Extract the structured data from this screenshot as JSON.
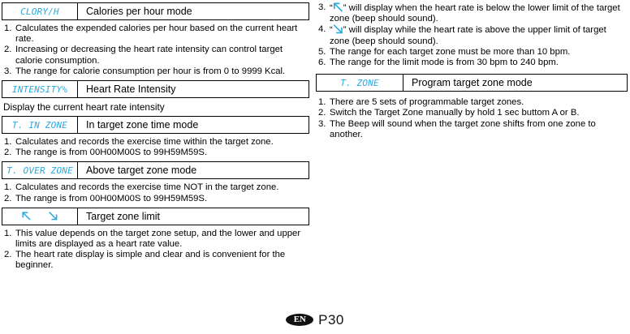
{
  "colors": {
    "lcd_cyan": "#29ABE2",
    "text_black": "#000000",
    "border_black": "#000000",
    "page_background": "#ffffff"
  },
  "left_column": {
    "sections": [
      {
        "lcd_label": "CLORY/H",
        "mode_title": "Calories per hour mode",
        "items": [
          {
            "num": "1.",
            "text": "Calculates the expended calories per hour based on the current heart rate."
          },
          {
            "num": "2.",
            "text": "Increasing or decreasing the heart rate intensity can control target calorie consumption."
          },
          {
            "num": "3.",
            "text": "The range for calorie consumption per hour is from 0 to 9999 Kcal."
          }
        ]
      },
      {
        "lcd_label": "INTENSITY%",
        "mode_title": "Heart Rate Intensity",
        "plain_text": "Display the current heart rate intensity",
        "items": []
      },
      {
        "lcd_label": "T. IN ZONE",
        "mode_title": "In target zone time mode",
        "items": [
          {
            "num": "1.",
            "text": "Calculates and records the exercise time within the target zone."
          },
          {
            "num": "2.",
            "text": "The range is from 00H00M00S to 99H59M59S."
          }
        ]
      },
      {
        "lcd_label": "T. OVER ZONE",
        "mode_title": "Above target zone mode",
        "items": [
          {
            "num": "1.",
            "text": "Calculates and records the exercise time NOT in the target zone."
          },
          {
            "num": "2.",
            "text": "The range is from 00H00M00S to 99H59M59S."
          }
        ]
      },
      {
        "lcd_label": "",
        "lcd_icons": [
          "arrow-up-left-icon",
          "arrow-down-right-icon"
        ],
        "mode_title": "Target zone limit",
        "items": [
          {
            "num": "1.",
            "text": "This value depends on the target zone setup, and the lower and upper limits are displayed as a heart rate value."
          },
          {
            "num": "2.",
            "text": "The heart rate display is simple and clear and is convenient for the beginner."
          }
        ]
      }
    ]
  },
  "right_column": {
    "continued_items": [
      {
        "num": "3.",
        "prefix": "“",
        "icon": "arrow-up-left-icon",
        "suffix": "” will display when the heart rate is below the lower limit of the target zone (beep should sound)."
      },
      {
        "num": "4.",
        "prefix": "“",
        "icon": "arrow-down-right-icon",
        "suffix": "” will display while the heart rate is above the upper limit of target zone (beep should sound)."
      },
      {
        "num": "5.",
        "text": "The range for each target zone must be more than 10 bpm."
      },
      {
        "num": "6.",
        "text": "The range for the limit mode is from 30 bpm to 240 bpm."
      }
    ],
    "sections": [
      {
        "lcd_label": "T. ZONE",
        "mode_title": "Program target zone mode",
        "items": [
          {
            "num": "1.",
            "text": "There are 5 sets of programmable target zones."
          },
          {
            "num": "2.",
            "text": "Switch the Target Zone manually by hold 1 sec buttom A or B."
          },
          {
            "num": "3.",
            "text": "The Beep will sound when the target zone shifts from one zone to another."
          }
        ]
      }
    ]
  },
  "footer": {
    "language_badge": "EN",
    "page_number": "P30"
  }
}
